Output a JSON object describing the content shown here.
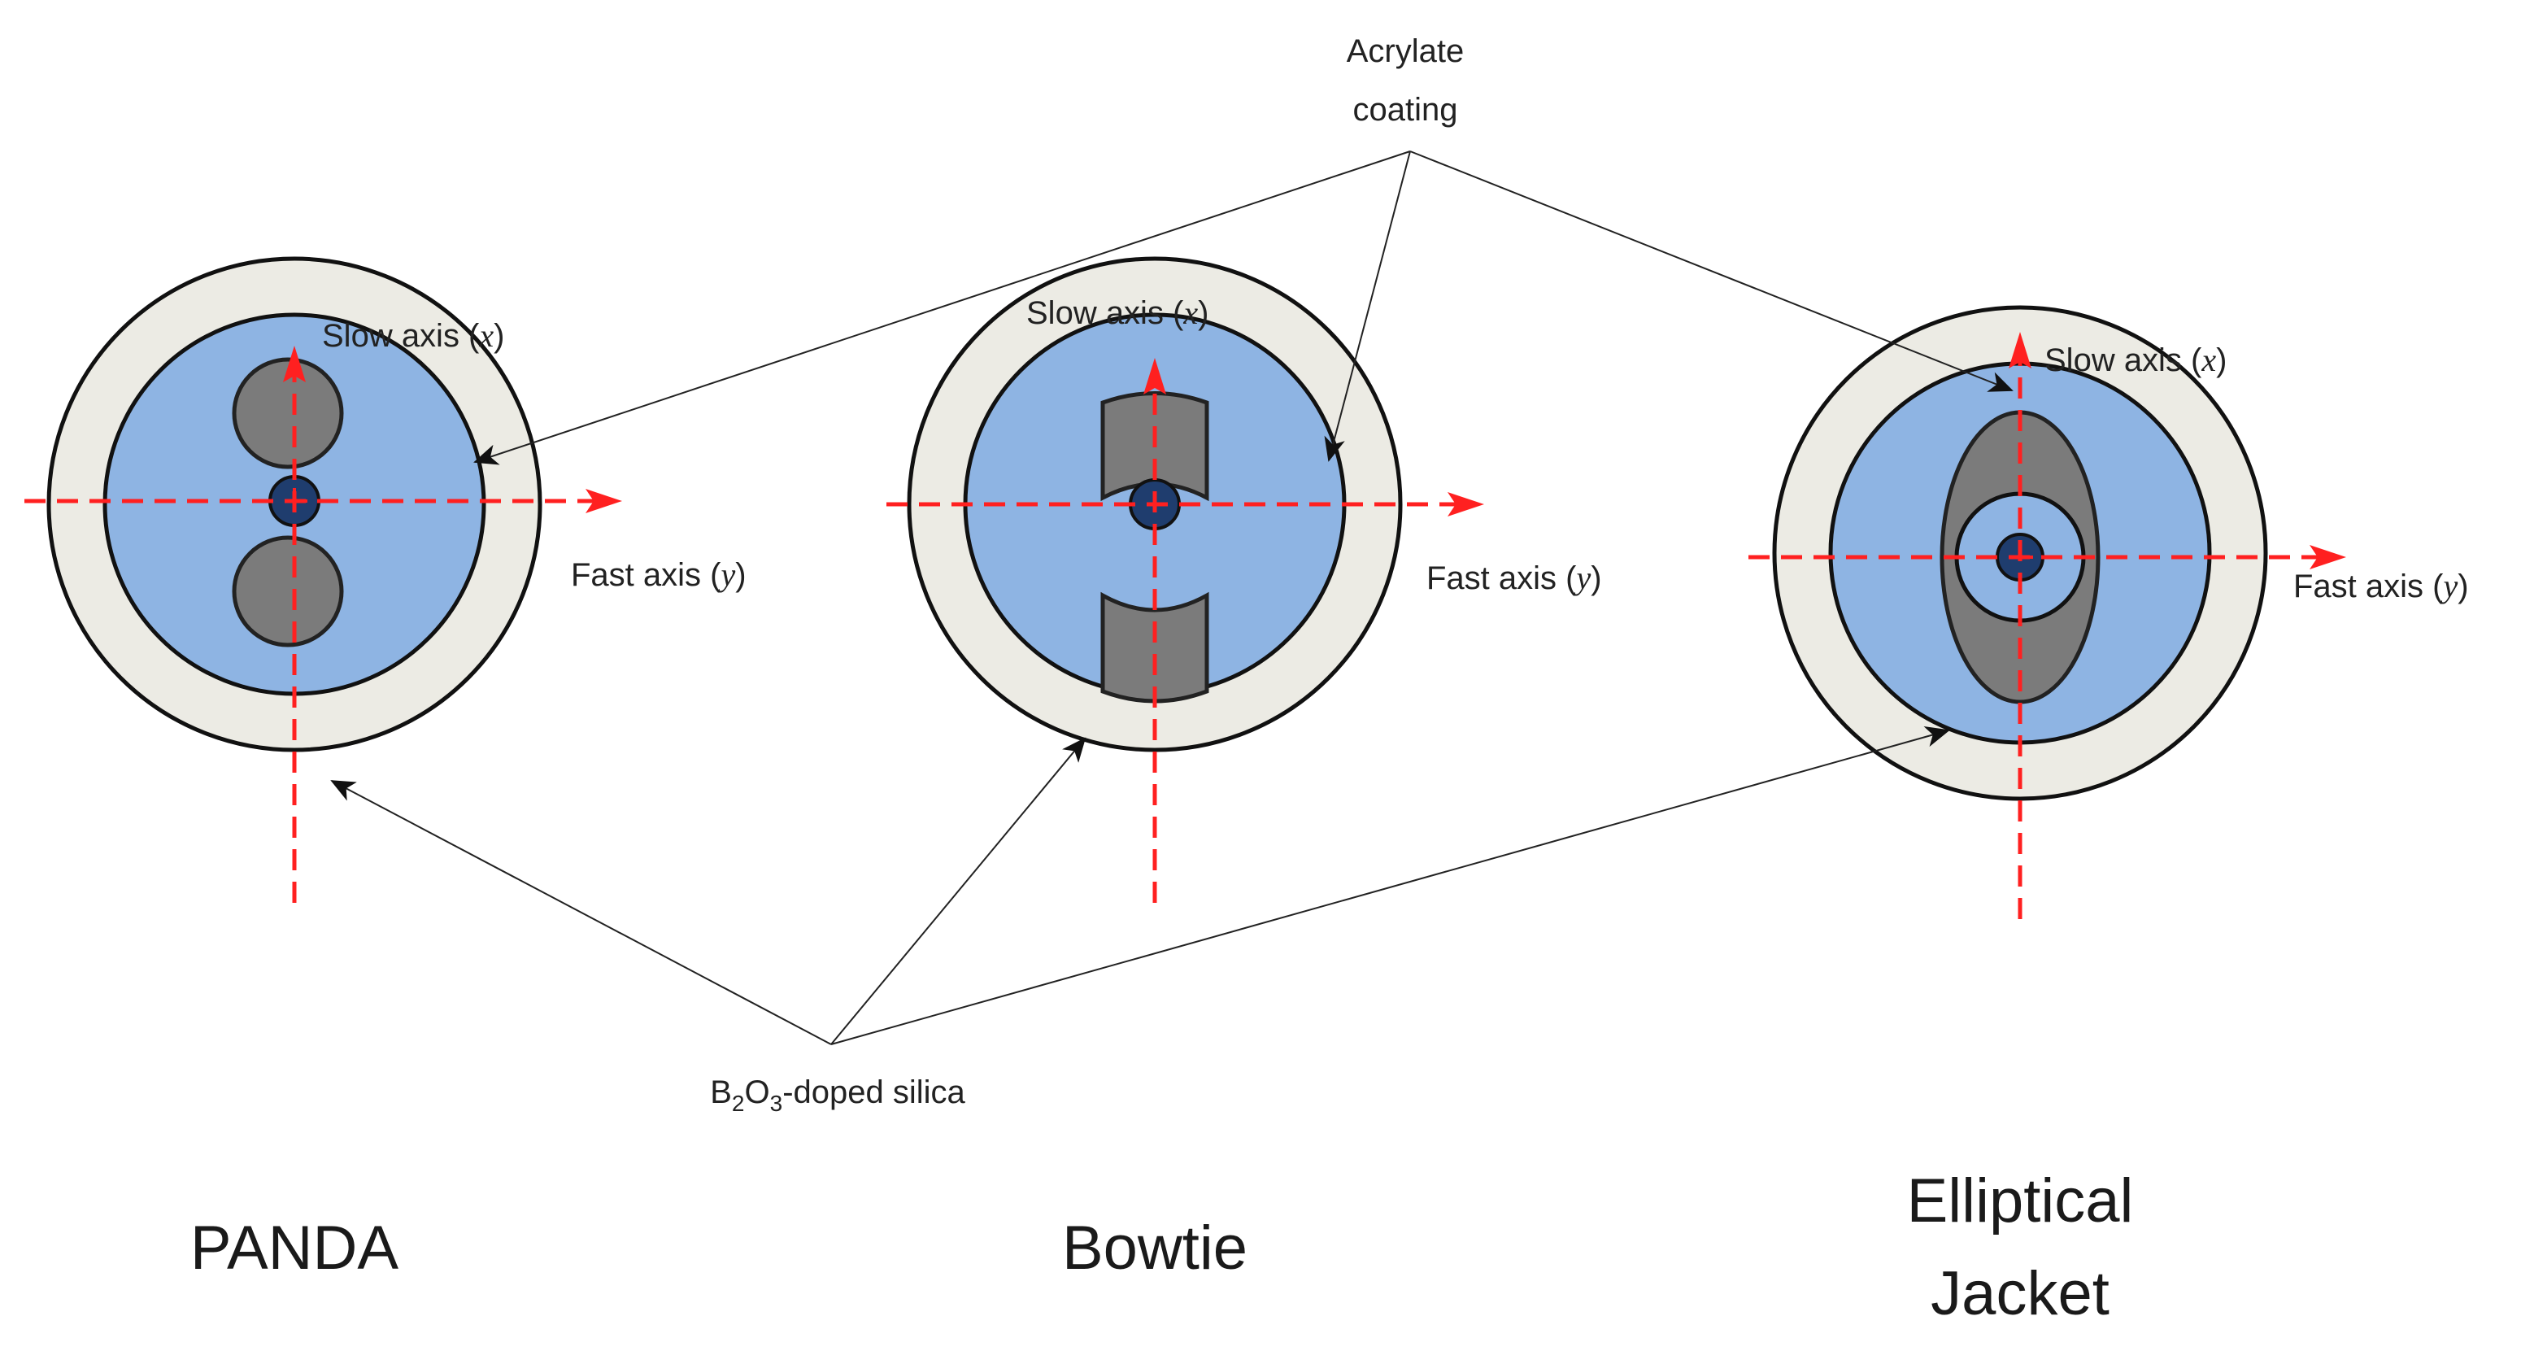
{
  "annotations": {
    "acrylate_coating_line1": "Acrylate",
    "acrylate_coating_line2": "coating",
    "b2o3_prefix": "B",
    "b2o3_sub1": "2",
    "b2o3_mid": "O",
    "b2o3_sub2": "3",
    "b2o3_suffix": "-doped silica"
  },
  "axes": {
    "slow_label": "Slow axis (",
    "slow_var": "x",
    "fast_label": "Fast axis (",
    "fast_var": "y",
    "close_paren": ")"
  },
  "fibers": [
    {
      "name": "PANDA",
      "title_line1": "PANDA",
      "title_line2": ""
    },
    {
      "name": "Bowtie",
      "title_line1": "Bowtie",
      "title_line2": ""
    },
    {
      "name": "Elliptical Jacket",
      "title_line1": "Elliptical",
      "title_line2": "Jacket"
    }
  ],
  "colors": {
    "coating": "#ecebe4",
    "cladding": "#8eb4e3",
    "core": "#1f3d6e",
    "stress_member": "#7b7b7b",
    "axis": "#ff2020"
  }
}
